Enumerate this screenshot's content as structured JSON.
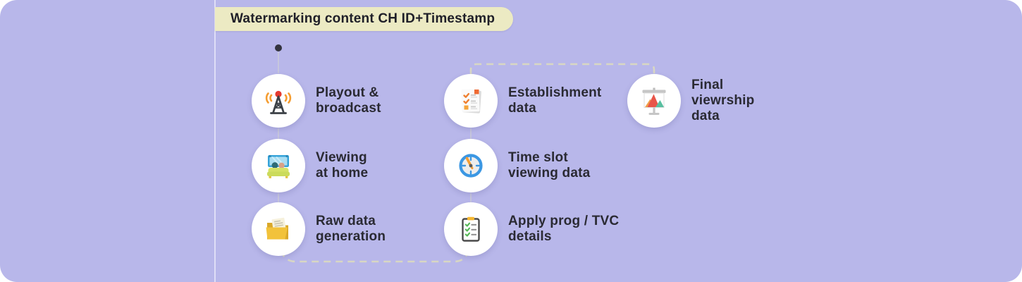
{
  "colors": {
    "panel_background": "#b8b7ea",
    "banner_background": "#eceac3",
    "text": "#2a2a33",
    "circle_background": "#ffffff",
    "connector_solid": "#d6d6e2",
    "connector_dashed": "#d8d7c3",
    "accent_orange": "#f59d31",
    "accent_red": "#e8544a",
    "accent_teal": "#59bfa0",
    "accent_blue": "#3b97e3",
    "accent_yellow": "#f2c23a",
    "accent_green": "#57b857"
  },
  "banner": {
    "title": "Watermarking content CH ID+Timestamp"
  },
  "nodes": [
    {
      "id": "playout-broadcast",
      "label": "Playout &\nbroadcast",
      "icon": "broadcast-tower-icon"
    },
    {
      "id": "establishment-data",
      "label": "Establishment\ndata",
      "icon": "checklist-document-icon"
    },
    {
      "id": "final-viewership-data",
      "label": "Final\nviewrship\ndata",
      "icon": "presentation-chart-icon"
    },
    {
      "id": "viewing-at-home",
      "label": "Viewing\nat home",
      "icon": "bed-tv-icon"
    },
    {
      "id": "time-slot-viewing-data",
      "label": "Time slot\nviewing data",
      "icon": "clock-icon"
    },
    {
      "id": "raw-data-generation",
      "label": "Raw data\ngeneration",
      "icon": "folder-icon"
    },
    {
      "id": "apply-prog-tvc-details",
      "label": "Apply prog / TVC\ndetails",
      "icon": "clipboard-check-icon"
    }
  ]
}
